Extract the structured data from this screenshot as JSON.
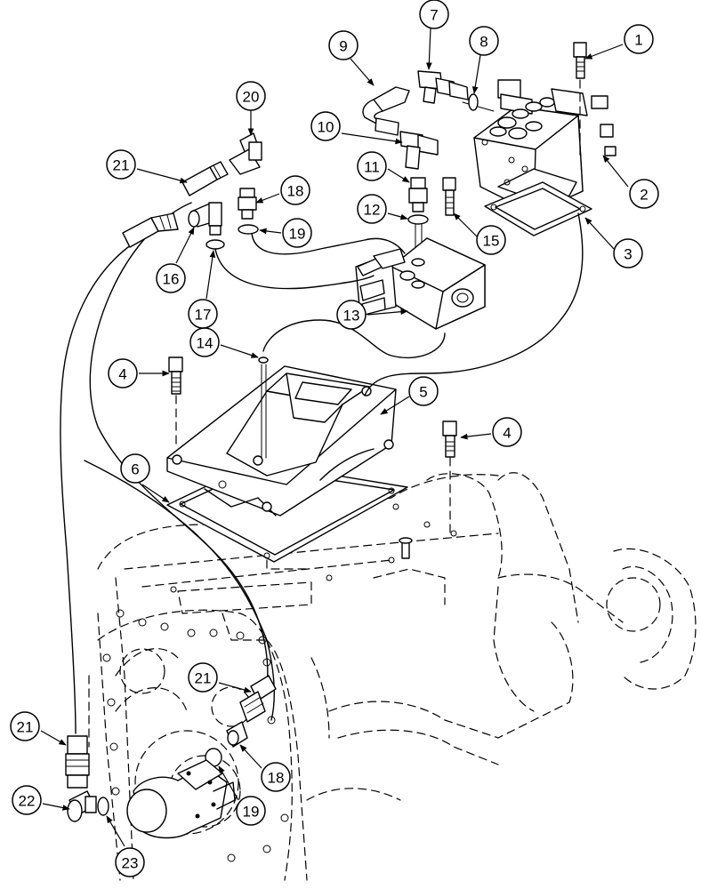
{
  "callouts": [
    {
      "label": "1"
    },
    {
      "label": "2"
    },
    {
      "label": "3"
    },
    {
      "label": "4"
    },
    {
      "label": "4"
    },
    {
      "label": "5"
    },
    {
      "label": "6"
    },
    {
      "label": "7"
    },
    {
      "label": "8"
    },
    {
      "label": "9"
    },
    {
      "label": "10"
    },
    {
      "label": "11"
    },
    {
      "label": "12"
    },
    {
      "label": "13"
    },
    {
      "label": "14"
    },
    {
      "label": "15"
    },
    {
      "label": "16"
    },
    {
      "label": "17"
    },
    {
      "label": "18"
    },
    {
      "label": "18"
    },
    {
      "label": "19"
    },
    {
      "label": "19"
    },
    {
      "label": "20"
    },
    {
      "label": "21"
    },
    {
      "label": "21"
    },
    {
      "label": "21"
    },
    {
      "label": "22"
    },
    {
      "label": "23"
    }
  ]
}
